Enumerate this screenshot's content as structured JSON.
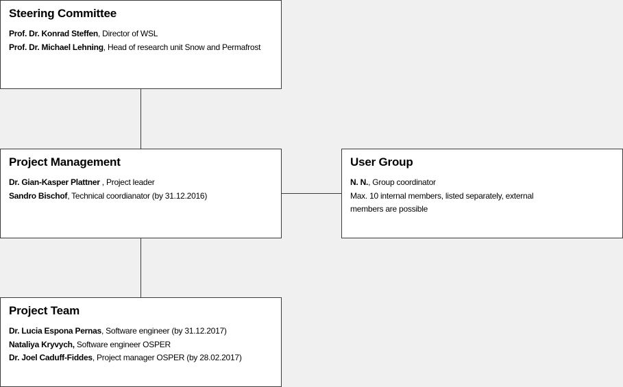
{
  "steering": {
    "title": "Steering Committee",
    "members": [
      {
        "name": "Prof. Dr. Konrad Steffen",
        "role": ", Director of WSL"
      },
      {
        "name": "Prof. Dr. Michael Lehning",
        "role": ", Head of research unit Snow and Permafrost"
      }
    ]
  },
  "management": {
    "title": "Project Management",
    "members": [
      {
        "name": "Dr. Gian-Kasper Plattner",
        "role": " , Project leader"
      },
      {
        "name": "Sandro Bischof",
        "role": ", Technical coordianator (by 31.12.2016)"
      }
    ]
  },
  "user_group": {
    "title": "User Group",
    "coordinator": {
      "name": "N. N.",
      "role": ", Group coordinator"
    },
    "note": "Max. 10 internal members, listed separately, external members are possible"
  },
  "team": {
    "title": "Project Team",
    "members": [
      {
        "name": "Dr. Lucia Espona Pernas",
        "role": ", Software engineer (by 31.12.2017)"
      },
      {
        "name": "Nataliya Kryvych,",
        "role": " Software engineer OSPER"
      },
      {
        "name": "Dr. Joel Caduff-Fiddes",
        "role": ", Project manager OSPER (by 28.02.2017)"
      }
    ]
  }
}
